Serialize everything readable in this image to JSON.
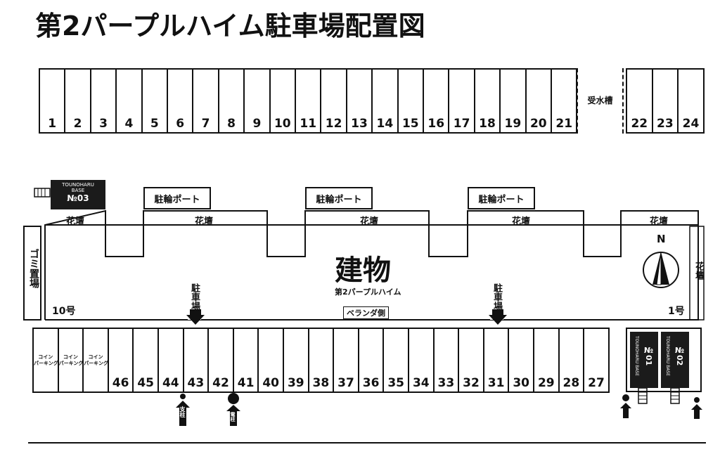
{
  "title": "第2パープルハイム駐車場配置図",
  "top_row_a": [
    "1",
    "2",
    "3",
    "4",
    "5",
    "6",
    "7",
    "8",
    "9",
    "10",
    "11",
    "12",
    "13",
    "14",
    "15",
    "16",
    "17",
    "18",
    "19",
    "20",
    "21"
  ],
  "top_row_b": [
    "22",
    "23",
    "24"
  ],
  "water_tank": "受水槽",
  "bottom_row": [
    "46",
    "45",
    "44",
    "43",
    "42",
    "41",
    "40",
    "39",
    "38",
    "37",
    "36",
    "35",
    "34",
    "33",
    "32",
    "31",
    "30",
    "29",
    "28",
    "27"
  ],
  "coin_parking": [
    "コイン\nパーキング",
    "コイン\nパーキング",
    "コイン\nパーキング"
  ],
  "bike_port": "駐輪ポート",
  "flower_bed": "花壇",
  "building": {
    "name": "建物",
    "sub": "第2パープルハイム",
    "balcony": "ベランダ側",
    "unit10": "10号",
    "unit1": "1号"
  },
  "garbage": "ゴミ置場",
  "lamp": "駐車場灯",
  "compass": "N",
  "support_pole": "支柱",
  "power_pole": "電柱",
  "base03": {
    "name": "TOUNOHARU\nBASE",
    "no": "№03"
  },
  "base01": {
    "name": "TOUNOHARU BASE",
    "no": "№01"
  },
  "base02": {
    "name": "TOUNOHARU BASE",
    "no": "№02"
  }
}
